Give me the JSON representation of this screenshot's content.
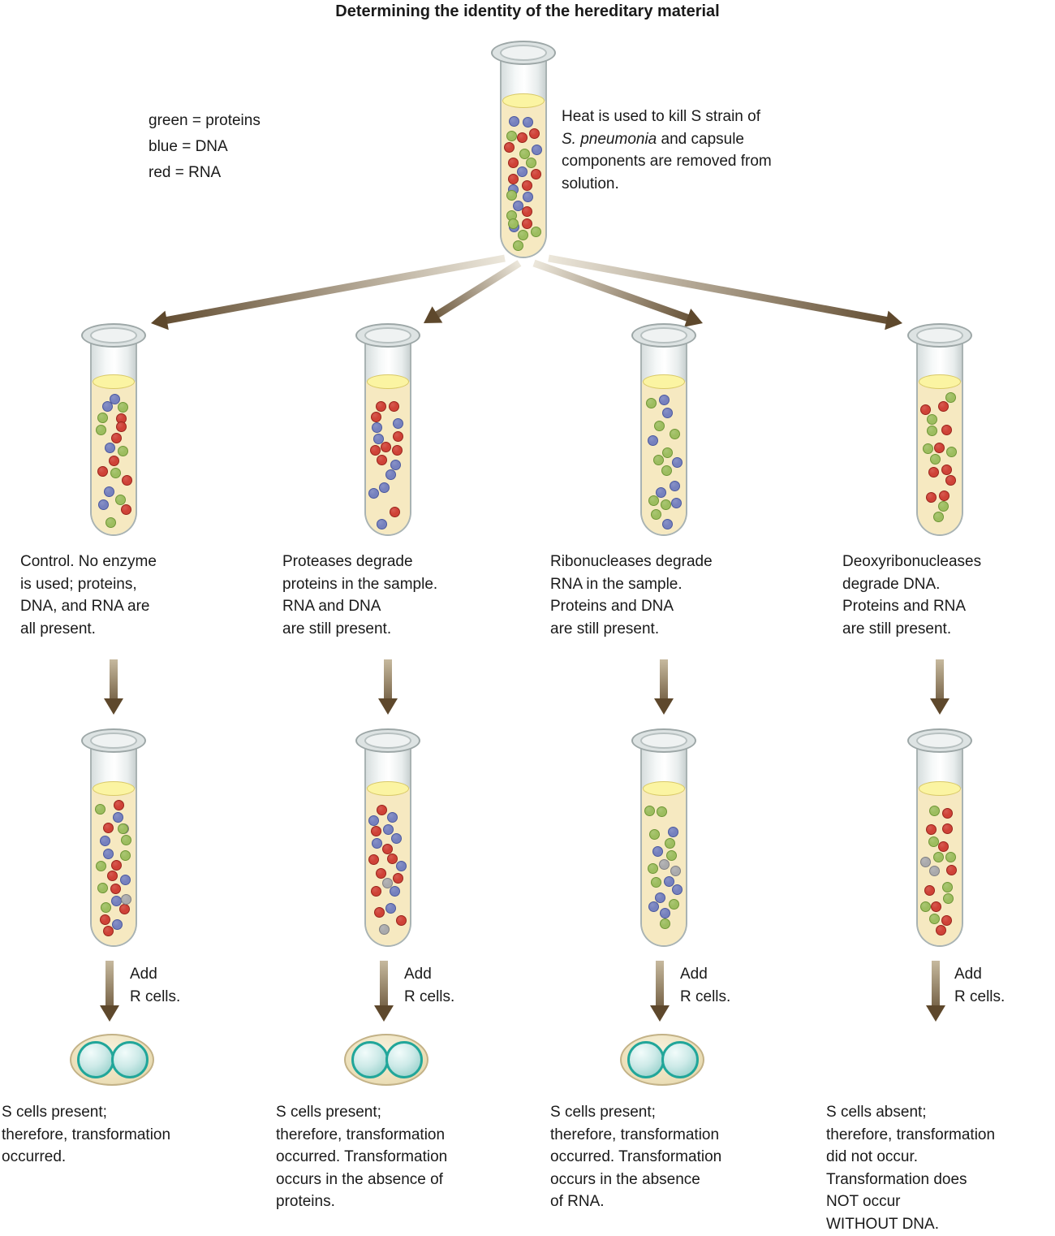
{
  "title": "Determining the identity of the hereditary material",
  "legend": {
    "proteins": "green = proteins",
    "dna": "blue = DNA",
    "rna": "red = RNA"
  },
  "source": {
    "desc_1": "Heat is used to kill S strain of",
    "desc_italic": "S. pneumonia",
    "desc_2": " and capsule components are removed from solution.",
    "tube_dots": {
      "proteins": 9,
      "rna": 9,
      "dna": 8
    }
  },
  "colors": {
    "arrow_dark": "#5e482c",
    "arrow_light_fan": "#ece7db",
    "arrow_light_vertical": "#c6b99e",
    "liquid": "#f6e9c1",
    "liquid_surface": "#fbf4a2",
    "cell_capsule": "#ecdfb8",
    "cell_teal": "#21a69a",
    "dots": {
      "proteins": {
        "fill": "#9dbd5f",
        "edge": "#6e9636"
      },
      "dna": {
        "fill": "#7681be",
        "edge": "#4a589e"
      },
      "rna": {
        "fill": "#cf4237",
        "edge": "#99241c"
      },
      "r_cells": {
        "fill": "#aaaaac",
        "edge": "#7f7f82"
      }
    }
  },
  "columns": [
    {
      "id": "control",
      "enzyme_caption": "Control. No enzyme\nis used; proteins,\nDNA, and RNA are\nall present.",
      "enzyme_tube_dots": {
        "proteins": 7,
        "rna": 7,
        "dna": 5
      },
      "result_tube_dots": {
        "proteins": 7,
        "rna": 8,
        "dna": 6,
        "r_cells": 2
      },
      "add_label": "Add\nR cells.",
      "s_cells_present": true,
      "result_caption": "S cells present;\ntherefore, transformation\noccurred."
    },
    {
      "id": "proteases",
      "enzyme_caption": "Proteases degrade\nproteins in the sample.\nRNA and DNA\nare still present.",
      "enzyme_tube_dots": {
        "rna": 9,
        "dna": 8
      },
      "result_tube_dots": {
        "rna": 10,
        "dna": 8,
        "r_cells": 2
      },
      "add_label": "Add\nR cells.",
      "s_cells_present": true,
      "result_caption": "S cells present;\ntherefore, transformation\noccurred. Transformation\noccurs in the absence of\nproteins."
    },
    {
      "id": "ribonucleases",
      "enzyme_caption": "Ribonucleases degrade\nRNA in the sample.\nProteins and DNA\nare still present.",
      "enzyme_tube_dots": {
        "proteins": 9,
        "dna": 8
      },
      "result_tube_dots": {
        "proteins": 9,
        "dna": 7,
        "r_cells": 2
      },
      "add_label": "Add\nR cells.",
      "s_cells_present": true,
      "result_caption": "S cells present;\ntherefore, transformation\noccurred. Transformation\noccurs in the absence\nof RNA."
    },
    {
      "id": "deoxyribonucleases",
      "enzyme_caption": "Deoxyribonucleases\ndegrade DNA.\nProteins and RNA\nare still present.",
      "enzyme_tube_dots": {
        "proteins": 8,
        "rna": 9
      },
      "result_tube_dots": {
        "proteins": 8,
        "rna": 9,
        "r_cells": 2
      },
      "add_label": "Add\nR cells.",
      "s_cells_present": false,
      "result_caption": "S cells absent;\ntherefore, transformation\ndid not occur.\nTransformation does\nNOT occur\nWITHOUT DNA."
    }
  ]
}
